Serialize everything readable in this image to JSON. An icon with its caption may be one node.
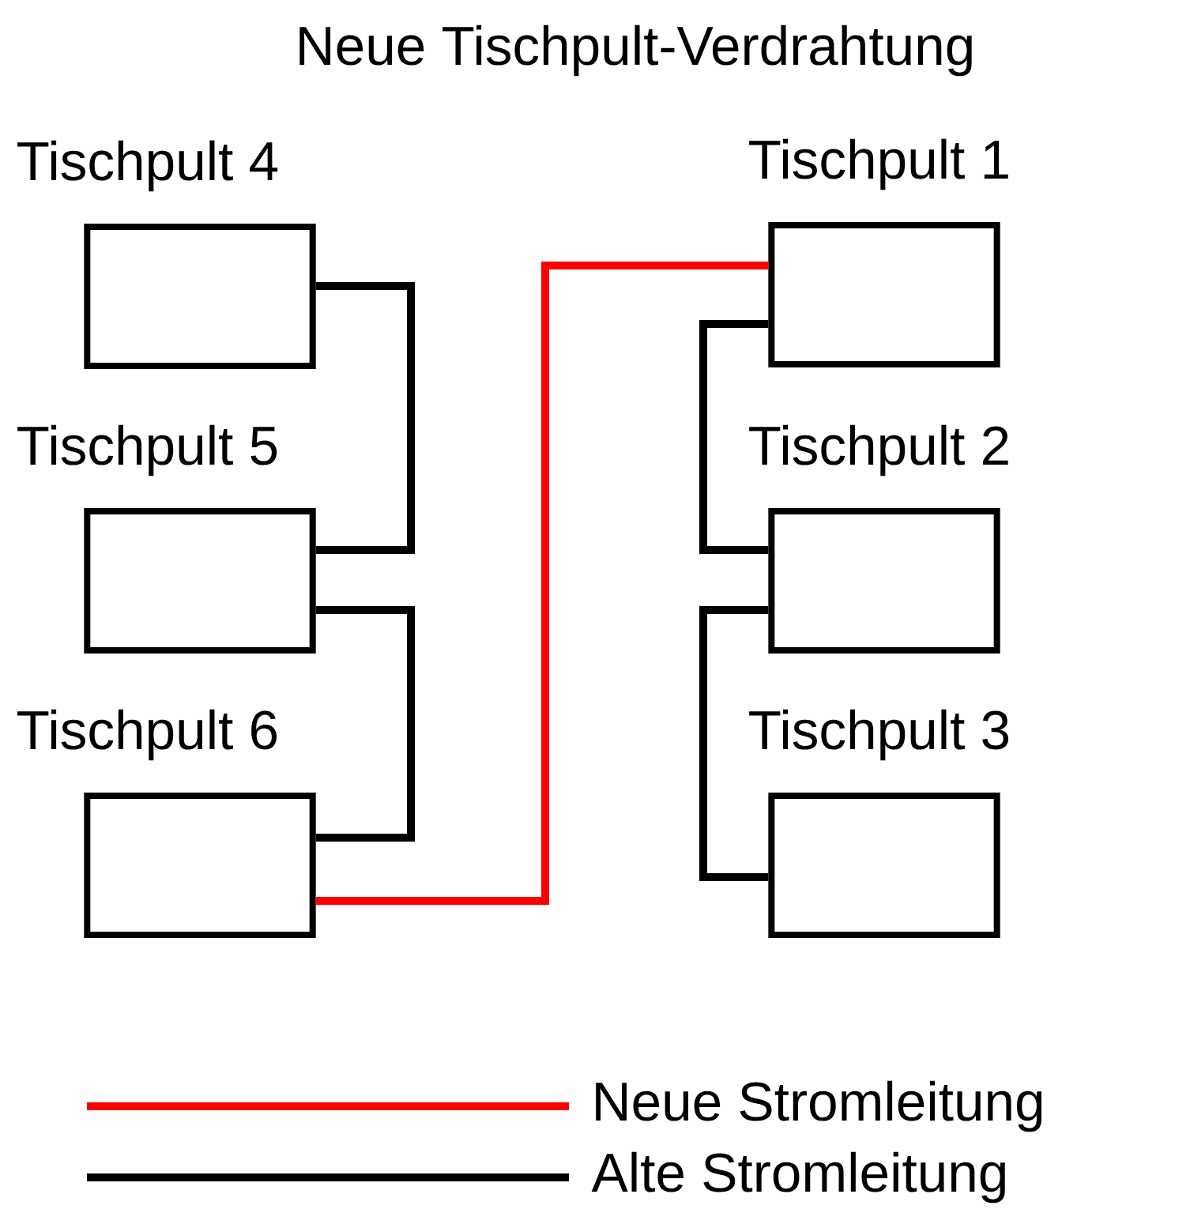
{
  "diagram": {
    "title": "Neue Tischpult-Verdrahtung",
    "nodes": [
      {
        "text": [
          "Tischpult 4"
        ]
      },
      {
        "text": [
          "Tischpult 1"
        ]
      },
      {
        "text": [
          "Tischpult 5"
        ]
      },
      {
        "text": [
          "Tischpult 2"
        ]
      },
      {
        "text": [
          "Tischpult 6"
        ]
      },
      {
        "text": [
          "Tischpult 3"
        ]
      }
    ],
    "edges": [
      {
        "from": 0,
        "to": 2,
        "arrow": "none"
      },
      {
        "from": 2,
        "to": 4,
        "arrow": "none"
      },
      {
        "from": 4,
        "to": 1,
        "arrow": "none",
        "color": "#ff0000"
      },
      {
        "from": 1,
        "to": 3,
        "arrow": "none"
      },
      {
        "from": 3,
        "to": 5,
        "arrow": "none"
      }
    ],
    "legend": [
      {
        "text": "Neue Stromleitung"
      },
      {
        "text": "Alte Stromleitung"
      }
    ]
  }
}
